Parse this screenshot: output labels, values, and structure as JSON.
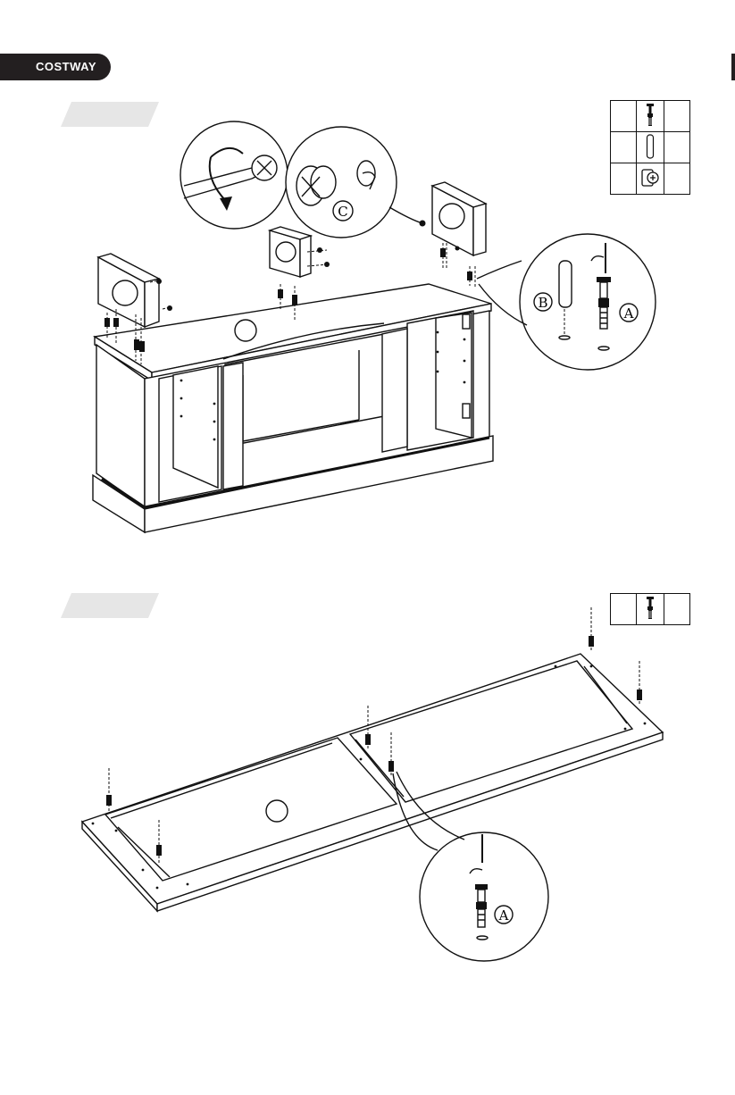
{
  "brand": {
    "name": "COSTWAY"
  },
  "steps": [
    {
      "label": "",
      "parts": [
        {
          "icon": "cam-bolt-icon",
          "qty": "",
          "code": ""
        },
        {
          "icon": "wooden-dowel-icon",
          "qty": "",
          "code": ""
        },
        {
          "icon": "cam-lock-icon",
          "qty": "",
          "code": ""
        }
      ]
    },
    {
      "label": "",
      "parts": [
        {
          "icon": "cam-bolt-icon",
          "qty": "",
          "code": ""
        }
      ]
    }
  ],
  "callouts": {
    "cam_lock": "C",
    "dowel": "B",
    "cam_bolt": "A",
    "cam_bolt_lower": "A"
  }
}
